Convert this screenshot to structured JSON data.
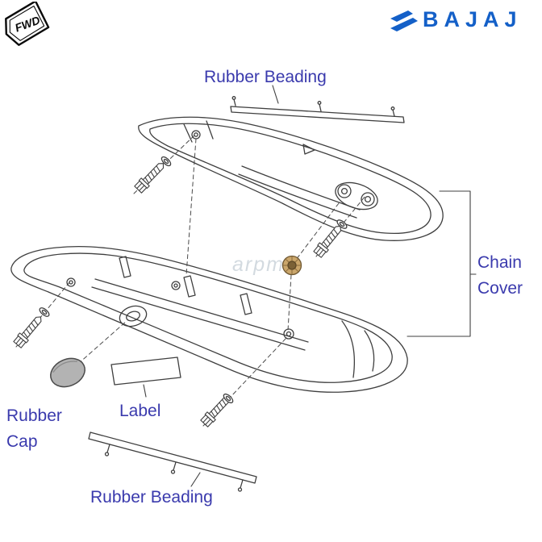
{
  "header": {
    "fwd_badge": "FWD",
    "brand": "BAJAJ"
  },
  "watermark": "arpm",
  "callouts": {
    "rubber_beading_top": "Rubber Beading",
    "chain_line1": "Chain",
    "chain_line2": "Cover",
    "rubber_cap_line1": "Rubber",
    "rubber_cap_line2": "Cap",
    "label": "Label",
    "rubber_beading_bottom": "Rubber Beading"
  },
  "colors": {
    "callout_blue": "#3a3aad",
    "brand_blue": "#1460c8",
    "line_color": "#3f3f3f",
    "rubber_cap_gray": "#b3b3b3",
    "grommet_gold": "#caa66b"
  }
}
